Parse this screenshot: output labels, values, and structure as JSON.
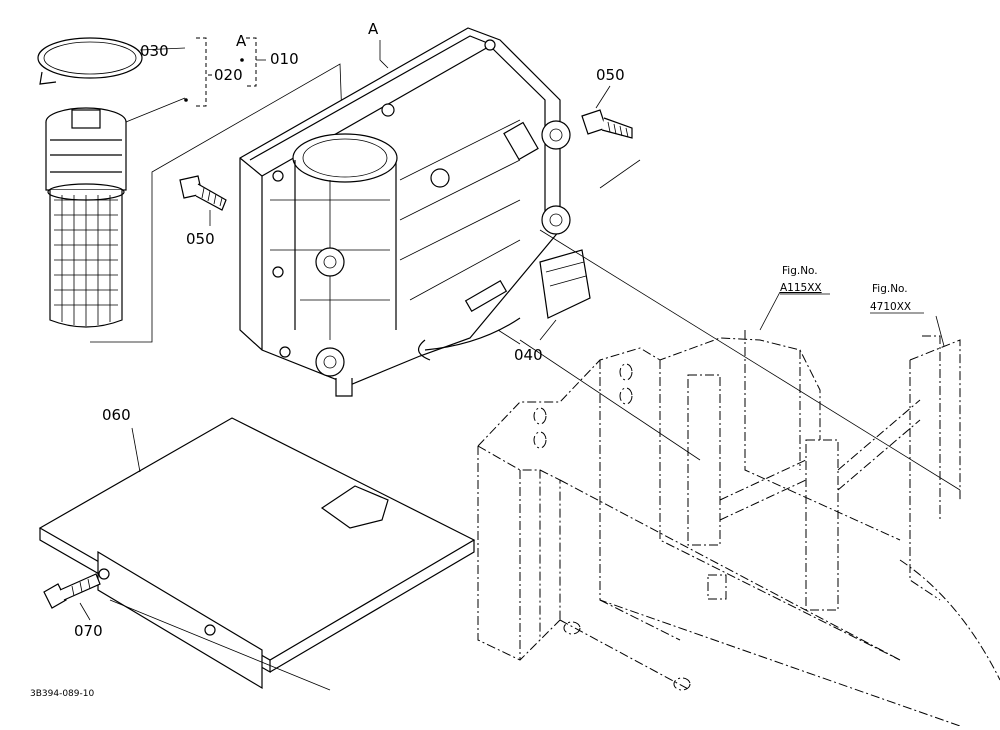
{
  "callouts": {
    "c010": "010",
    "c020": "020",
    "c030": "030",
    "c040": "040",
    "c050_top": "050",
    "c050_left": "050",
    "c060": "060",
    "c070": "070",
    "a_upper": "A",
    "a_main": "A"
  },
  "fig_refs": [
    {
      "label": "Fig.No.",
      "number": "A115XX"
    },
    {
      "label": "Fig.No.",
      "number": "4710XX"
    }
  ],
  "diagram_code": "3B394-089-10"
}
